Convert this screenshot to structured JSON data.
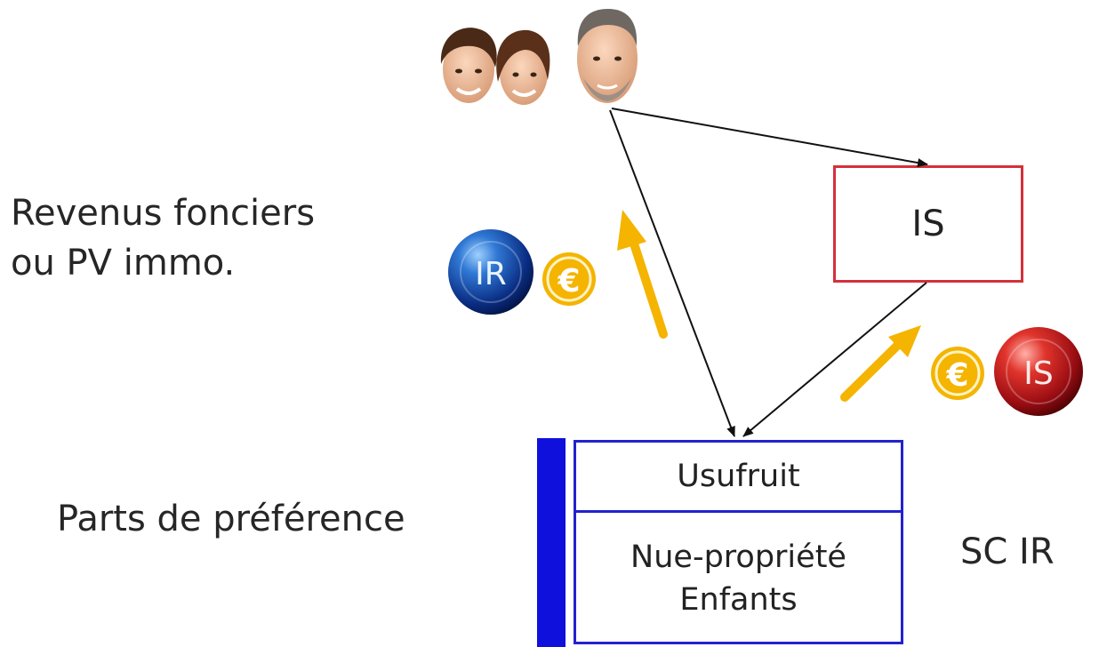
{
  "labels": {
    "revenus_line1": "Revenus fonciers",
    "revenus_line2": "ou PV immo.",
    "parts": "Parts de préférence",
    "sc_ir": "SC IR"
  },
  "is_box": {
    "label": "IS"
  },
  "sc_box": {
    "usufruit": "Usufruit",
    "nue_line1": "Nue-propriété",
    "nue_line2": "Enfants"
  },
  "badges": {
    "ir": "IR",
    "is": "IS",
    "euro": "€"
  },
  "colors": {
    "is_border": "#d4303c",
    "sc_border": "#2222cc",
    "bar": "#1010dd",
    "gold": "#f4b400",
    "ir_badge": "#0f3f9c",
    "is_badge": "#b51a22"
  },
  "icons": [
    "young-man-face-icon",
    "young-woman-face-icon",
    "older-man-face-icon"
  ]
}
